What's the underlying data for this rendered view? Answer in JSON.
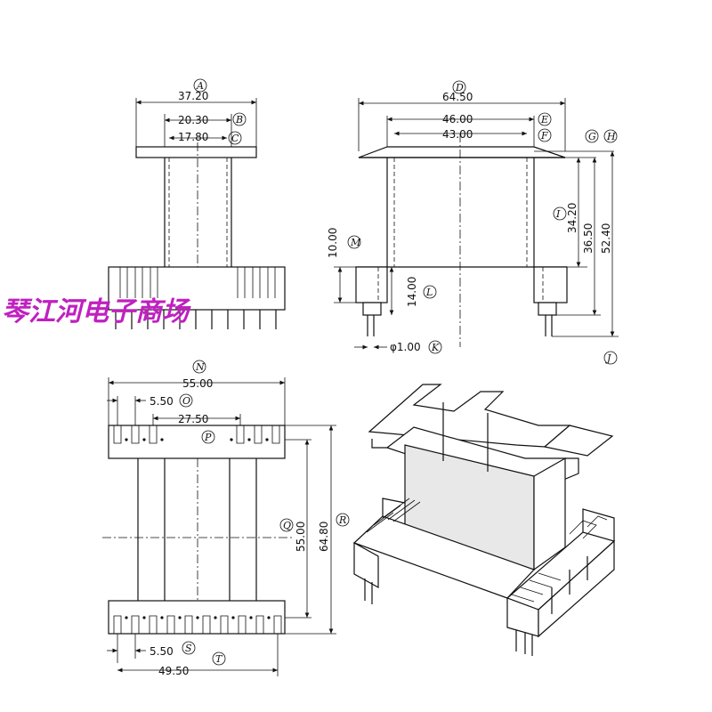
{
  "top_view": {
    "dims": {
      "A": "37.20",
      "B": "20.30",
      "C": "17.80"
    },
    "labels": {
      "A": "A",
      "B": "B",
      "C": "C"
    }
  },
  "side_view": {
    "dims": {
      "D": "64.50",
      "E": "46.00",
      "F": "43.00",
      "I": "34.20",
      "H": "36.50",
      "J": "52.40",
      "M": "10.00",
      "L": "14.00",
      "K": "φ1.00"
    },
    "labels": {
      "D": "D",
      "E": "E",
      "F": "F",
      "G": "G",
      "H": "H",
      "I": "I",
      "J": "J",
      "K": "K",
      "L": "L",
      "M": "M"
    }
  },
  "bottom_view": {
    "dims": {
      "N": "55.00",
      "O": "5.50",
      "P": "27.50",
      "Q": "55.00",
      "R": "64.80",
      "S": "5.50",
      "T": "49.50"
    },
    "labels": {
      "N": "N",
      "O": "O",
      "P": "P",
      "Q": "Q",
      "R": "R",
      "S": "S",
      "T": "T"
    }
  },
  "watermark": "琴江河电子商场"
}
